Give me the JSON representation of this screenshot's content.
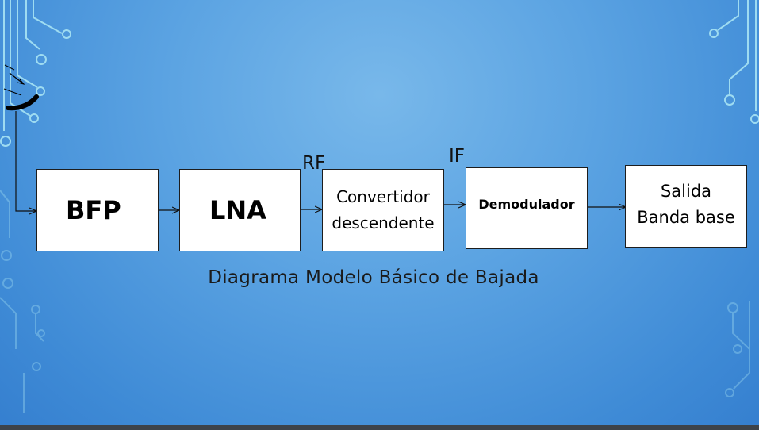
{
  "diagram": {
    "blocks": [
      {
        "id": "bfp",
        "label": "BFP"
      },
      {
        "id": "lna",
        "label": "LNA"
      },
      {
        "id": "converter",
        "label": "Convertidor\ndescendente"
      },
      {
        "id": "demod",
        "label": "Demodulador"
      },
      {
        "id": "output",
        "label": "Salida\nBanda base"
      }
    ],
    "signal_labels": {
      "rf": "RF",
      "if": "IF"
    },
    "caption": "Diagrama Modelo Básico de Bajada"
  },
  "colors": {
    "background": "#5ba3e2",
    "circuit_lines": "#a8e4f4",
    "block_fill": "#ffffff"
  },
  "icons": [
    "satellite-dish-icon",
    "circuit-trace-decoration"
  ]
}
